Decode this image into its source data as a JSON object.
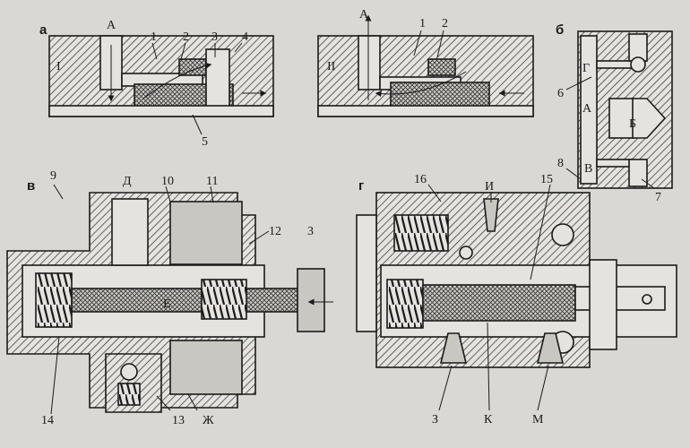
{
  "panels": {
    "a": "а",
    "b": "б",
    "v": "в",
    "g": "г"
  },
  "roman": {
    "one": "I",
    "two": "II"
  },
  "labels_a": {
    "A": "А",
    "n1": "1",
    "n2": "2",
    "n3": "3",
    "n4": "4",
    "n5": "5"
  },
  "labels_a2": {
    "A": "А",
    "n1": "1",
    "n2": "2"
  },
  "labels_b": {
    "G": "Г",
    "A": "А",
    "B": "Б",
    "V": "В",
    "n6": "6",
    "n7": "7",
    "n8": "8"
  },
  "labels_v": {
    "n9": "9",
    "D": "Д",
    "n10": "10",
    "n11": "11",
    "n12": "12",
    "n3": "3",
    "E": "Е",
    "n14": "14",
    "n13": "13",
    "Zh": "Ж"
  },
  "labels_g": {
    "n16": "16",
    "I": "И",
    "n15": "15",
    "Z": "З",
    "K": "К",
    "M": "М"
  },
  "colors": {
    "background": "#d9d8d4",
    "hatch": "#2a2a2a",
    "ink": "#1a1a1a",
    "cross": "#3a3a3a"
  }
}
